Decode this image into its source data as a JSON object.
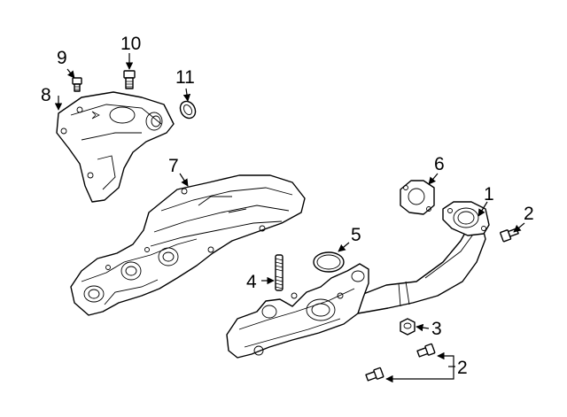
{
  "diagram": {
    "callouts": {
      "c1": "1",
      "c2a": "2",
      "c2b": "2",
      "c3": "3",
      "c4": "4",
      "c5": "5",
      "c6": "6",
      "c7": "7",
      "c8": "8",
      "c9": "9",
      "c10": "10",
      "c11": "11"
    }
  }
}
